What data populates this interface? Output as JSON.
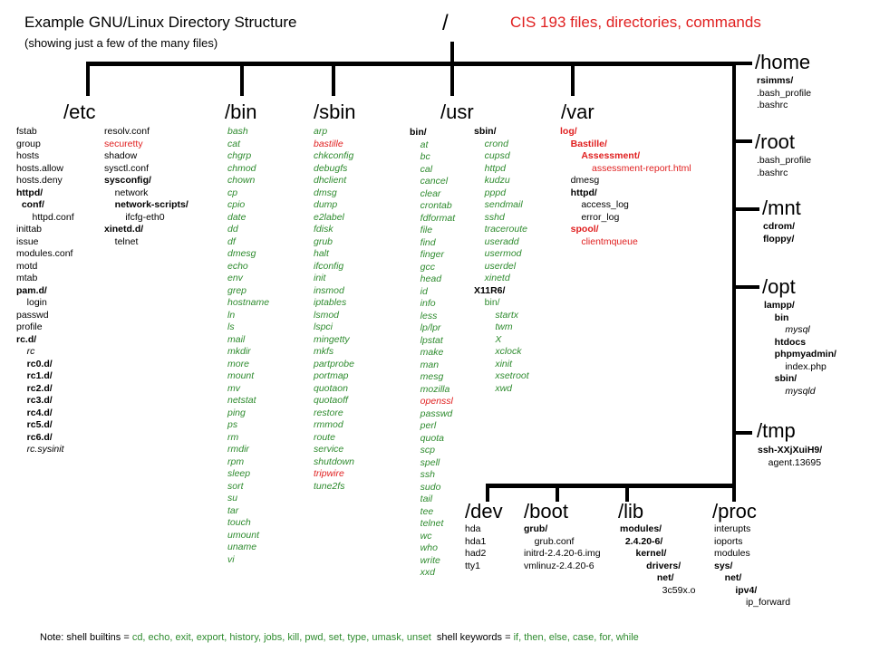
{
  "header": {
    "title": "Example GNU/Linux Directory Structure",
    "subtitle": "(showing just a few of the many files)",
    "root": "/",
    "course_title": "CIS 193 files, directories, commands"
  },
  "colors": {
    "green": "#2e8b2e",
    "red": "#e02020",
    "black": "#000000"
  },
  "dirs": {
    "etc": {
      "label": "/etc",
      "col1": [
        {
          "t": "fstab",
          "s": "k"
        },
        {
          "t": "group",
          "s": "k"
        },
        {
          "t": "hosts",
          "s": "k"
        },
        {
          "t": "hosts.allow",
          "s": "k"
        },
        {
          "t": "hosts.deny",
          "s": "k"
        },
        {
          "t": "httpd/",
          "s": "k b"
        },
        {
          "t": "  conf/",
          "s": "k b"
        },
        {
          "t": "      httpd.conf",
          "s": "k"
        },
        {
          "t": "inittab",
          "s": "k"
        },
        {
          "t": "issue",
          "s": "k"
        },
        {
          "t": "modules.conf",
          "s": "k"
        },
        {
          "t": "motd",
          "s": "k"
        },
        {
          "t": "mtab",
          "s": "k"
        },
        {
          "t": "pam.d/",
          "s": "k b"
        },
        {
          "t": "    login",
          "s": "k"
        },
        {
          "t": "passwd",
          "s": "k"
        },
        {
          "t": "profile",
          "s": "k"
        },
        {
          "t": "rc.d/",
          "s": "k b"
        },
        {
          "t": "    rc",
          "s": "k i"
        },
        {
          "t": "    rc0.d/",
          "s": "k b"
        },
        {
          "t": "    rc1.d/",
          "s": "k b"
        },
        {
          "t": "    rc2.d/",
          "s": "k b"
        },
        {
          "t": "    rc3.d/",
          "s": "k b"
        },
        {
          "t": "    rc4.d/",
          "s": "k b"
        },
        {
          "t": "    rc5.d/",
          "s": "k b"
        },
        {
          "t": "    rc6.d/",
          "s": "k b"
        },
        {
          "t": "    rc.sysinit",
          "s": "k i"
        }
      ],
      "col2": [
        {
          "t": "resolv.conf",
          "s": "k"
        },
        {
          "t": "securetty",
          "s": "r"
        },
        {
          "t": "shadow",
          "s": "k"
        },
        {
          "t": "sysctl.conf",
          "s": "k"
        },
        {
          "t": "sysconfig/",
          "s": "k b"
        },
        {
          "t": "    network",
          "s": "k"
        },
        {
          "t": "    network-scripts/",
          "s": "k b"
        },
        {
          "t": "        ifcfg-eth0",
          "s": "k"
        },
        {
          "t": "xinetd.d/",
          "s": "k b"
        },
        {
          "t": "    telnet",
          "s": "k"
        }
      ]
    },
    "bin": {
      "label": "/bin",
      "items": [
        {
          "t": "bash",
          "s": "g i"
        },
        {
          "t": "cat",
          "s": "g i"
        },
        {
          "t": "chgrp",
          "s": "g i"
        },
        {
          "t": "chmod",
          "s": "g i"
        },
        {
          "t": "chown",
          "s": "g i"
        },
        {
          "t": "cp",
          "s": "g i"
        },
        {
          "t": "cpio",
          "s": "g i"
        },
        {
          "t": "date",
          "s": "g i"
        },
        {
          "t": "dd",
          "s": "g i"
        },
        {
          "t": "df",
          "s": "g i"
        },
        {
          "t": "dmesg",
          "s": "g i"
        },
        {
          "t": "echo",
          "s": "g i"
        },
        {
          "t": "env",
          "s": "g i"
        },
        {
          "t": "grep",
          "s": "g i"
        },
        {
          "t": "hostname",
          "s": "g i"
        },
        {
          "t": "ln",
          "s": "g i"
        },
        {
          "t": "ls",
          "s": "g i"
        },
        {
          "t": "mail",
          "s": "g i"
        },
        {
          "t": "mkdir",
          "s": "g i"
        },
        {
          "t": "more",
          "s": "g i"
        },
        {
          "t": "mount",
          "s": "g i"
        },
        {
          "t": "mv",
          "s": "g i"
        },
        {
          "t": "netstat",
          "s": "g i"
        },
        {
          "t": "ping",
          "s": "g i"
        },
        {
          "t": "ps",
          "s": "g i"
        },
        {
          "t": "rm",
          "s": "g i"
        },
        {
          "t": "rmdir",
          "s": "g i"
        },
        {
          "t": "rpm",
          "s": "g i"
        },
        {
          "t": "sleep",
          "s": "g i"
        },
        {
          "t": "sort",
          "s": "g i"
        },
        {
          "t": "su",
          "s": "g i"
        },
        {
          "t": "tar",
          "s": "g i"
        },
        {
          "t": "touch",
          "s": "g i"
        },
        {
          "t": "umount",
          "s": "g i"
        },
        {
          "t": "uname",
          "s": "g i"
        },
        {
          "t": "vi",
          "s": "g i"
        }
      ]
    },
    "sbin": {
      "label": "/sbin",
      "items": [
        {
          "t": "arp",
          "s": "g i"
        },
        {
          "t": "bastille",
          "s": "r i"
        },
        {
          "t": "chkconfig",
          "s": "g i"
        },
        {
          "t": "debugfs",
          "s": "g i"
        },
        {
          "t": "dhclient",
          "s": "g i"
        },
        {
          "t": "dmsg",
          "s": "g i"
        },
        {
          "t": "dump",
          "s": "g i"
        },
        {
          "t": "e2label",
          "s": "g i"
        },
        {
          "t": "fdisk",
          "s": "g i"
        },
        {
          "t": "grub",
          "s": "g i"
        },
        {
          "t": "halt",
          "s": "g i"
        },
        {
          "t": "ifconfig",
          "s": "g i"
        },
        {
          "t": "init",
          "s": "g i"
        },
        {
          "t": "insmod",
          "s": "g i"
        },
        {
          "t": "iptables",
          "s": "g i"
        },
        {
          "t": "lsmod",
          "s": "g i"
        },
        {
          "t": "lspci",
          "s": "g i"
        },
        {
          "t": "mingetty",
          "s": "g i"
        },
        {
          "t": "mkfs",
          "s": "g i"
        },
        {
          "t": "partprobe",
          "s": "g i"
        },
        {
          "t": "portmap",
          "s": "g i"
        },
        {
          "t": "quotaon",
          "s": "g i"
        },
        {
          "t": "quotaoff",
          "s": "g i"
        },
        {
          "t": "restore",
          "s": "g i"
        },
        {
          "t": "rmmod",
          "s": "g i"
        },
        {
          "t": "route",
          "s": "g i"
        },
        {
          "t": "service",
          "s": "g i"
        },
        {
          "t": "shutdown",
          "s": "g i"
        },
        {
          "t": "tripwire",
          "s": "r i"
        },
        {
          "t": "tune2fs",
          "s": "g i"
        }
      ]
    },
    "usr": {
      "label": "/usr",
      "col1": [
        {
          "t": "bin/",
          "s": "k b"
        },
        {
          "t": "    at",
          "s": "g i"
        },
        {
          "t": "    bc",
          "s": "g i"
        },
        {
          "t": "    cal",
          "s": "g i"
        },
        {
          "t": "    cancel",
          "s": "g i"
        },
        {
          "t": "    clear",
          "s": "g i"
        },
        {
          "t": "    crontab",
          "s": "g i"
        },
        {
          "t": "    fdformat",
          "s": "g i"
        },
        {
          "t": "    file",
          "s": "g i"
        },
        {
          "t": "    find",
          "s": "g i"
        },
        {
          "t": "    finger",
          "s": "g i"
        },
        {
          "t": "    gcc",
          "s": "g i"
        },
        {
          "t": "    head",
          "s": "g i"
        },
        {
          "t": "    id",
          "s": "g i"
        },
        {
          "t": "    info",
          "s": "g i"
        },
        {
          "t": "    less",
          "s": "g i"
        },
        {
          "t": "    lp/lpr",
          "s": "g i"
        },
        {
          "t": "    lpstat",
          "s": "g i"
        },
        {
          "t": "    make",
          "s": "g i"
        },
        {
          "t": "    man",
          "s": "g i"
        },
        {
          "t": "    mesg",
          "s": "g i"
        },
        {
          "t": "    mozilla",
          "s": "g i"
        },
        {
          "t": "    openssl",
          "s": "r i"
        },
        {
          "t": "    passwd",
          "s": "g i"
        },
        {
          "t": "    perl",
          "s": "g i"
        },
        {
          "t": "    quota",
          "s": "g i"
        },
        {
          "t": "    scp",
          "s": "g i"
        },
        {
          "t": "    spell",
          "s": "g i"
        },
        {
          "t": "    ssh",
          "s": "g i"
        },
        {
          "t": "    sudo",
          "s": "g i"
        },
        {
          "t": "    tail",
          "s": "g i"
        },
        {
          "t": "    tee",
          "s": "g i"
        },
        {
          "t": "    telnet",
          "s": "g i"
        },
        {
          "t": "    wc",
          "s": "g i"
        },
        {
          "t": "    who",
          "s": "g i"
        },
        {
          "t": "    write",
          "s": "g i"
        },
        {
          "t": "    xxd",
          "s": "g i"
        }
      ],
      "col2": [
        {
          "t": "sbin/",
          "s": "k b"
        },
        {
          "t": "    crond",
          "s": "g i"
        },
        {
          "t": "    cupsd",
          "s": "g i"
        },
        {
          "t": "    httpd",
          "s": "g i"
        },
        {
          "t": "    kudzu",
          "s": "g i"
        },
        {
          "t": "    pppd",
          "s": "g i"
        },
        {
          "t": "    sendmail",
          "s": "g i"
        },
        {
          "t": "    sshd",
          "s": "g i"
        },
        {
          "t": "    traceroute",
          "s": "g i"
        },
        {
          "t": "    useradd",
          "s": "g i"
        },
        {
          "t": "    usermod",
          "s": "g i"
        },
        {
          "t": "    userdel",
          "s": "g i"
        },
        {
          "t": "    xinetd",
          "s": "g i"
        },
        {
          "t": "X11R6/",
          "s": "k b"
        },
        {
          "t": "    bin/",
          "s": "g"
        },
        {
          "t": "        startx",
          "s": "g i"
        },
        {
          "t": "        twm",
          "s": "g i"
        },
        {
          "t": "        X",
          "s": "g i"
        },
        {
          "t": "        xclock",
          "s": "g i"
        },
        {
          "t": "        xinit",
          "s": "g i"
        },
        {
          "t": "        xsetroot",
          "s": "g i"
        },
        {
          "t": "        xwd",
          "s": "g i"
        }
      ]
    },
    "var": {
      "label": "/var",
      "items": [
        {
          "t": "log/",
          "s": "r b"
        },
        {
          "t": "    Bastille/",
          "s": "r b"
        },
        {
          "t": "        Assessment/",
          "s": "r b"
        },
        {
          "t": "            assessment-report.html",
          "s": "r"
        },
        {
          "t": "    dmesg",
          "s": "k"
        },
        {
          "t": "    httpd/",
          "s": "k b"
        },
        {
          "t": "        access_log",
          "s": "k"
        },
        {
          "t": "        error_log",
          "s": "k"
        },
        {
          "t": "    spool/",
          "s": "r b"
        },
        {
          "t": "        clientmqueue",
          "s": "r"
        }
      ]
    },
    "home": {
      "label": "/home",
      "items": [
        {
          "t": "rsimms/",
          "s": "k b"
        },
        {
          "t": ".bash_profile",
          "s": "k"
        },
        {
          "t": ".bashrc",
          "s": "k"
        }
      ]
    },
    "root": {
      "label": "/root",
      "items": [
        {
          "t": ".bash_profile",
          "s": "k"
        },
        {
          "t": ".bashrc",
          "s": "k"
        }
      ]
    },
    "mnt": {
      "label": "/mnt",
      "items": [
        {
          "t": "cdrom/",
          "s": "k b"
        },
        {
          "t": "floppy/",
          "s": "k b"
        }
      ]
    },
    "opt": {
      "label": "/opt",
      "items": [
        {
          "t": "lampp/",
          "s": "k b"
        },
        {
          "t": "    bin",
          "s": "k b"
        },
        {
          "t": "        mysql",
          "s": "k i"
        },
        {
          "t": "    htdocs",
          "s": "k b"
        },
        {
          "t": "    phpmyadmin/",
          "s": "k b"
        },
        {
          "t": "        index.php",
          "s": "k"
        },
        {
          "t": "    sbin/",
          "s": "k b"
        },
        {
          "t": "        mysqld",
          "s": "k i"
        }
      ]
    },
    "tmp": {
      "label": "/tmp",
      "items": [
        {
          "t": "ssh-XXjXuiH9/",
          "s": "k b"
        },
        {
          "t": "    agent.13695",
          "s": "k"
        }
      ]
    },
    "dev": {
      "label": "/dev",
      "items": [
        {
          "t": "hda",
          "s": "k"
        },
        {
          "t": "hda1",
          "s": "k"
        },
        {
          "t": "had2",
          "s": "k"
        },
        {
          "t": "tty1",
          "s": "k"
        }
      ]
    },
    "boot": {
      "label": "/boot",
      "items": [
        {
          "t": "grub/",
          "s": "k b"
        },
        {
          "t": "    grub.conf",
          "s": "k"
        },
        {
          "t": "initrd-2.4.20-6.img",
          "s": "k"
        },
        {
          "t": "vmlinuz-2.4.20-6",
          "s": "k"
        }
      ]
    },
    "lib": {
      "label": "/lib",
      "items": [
        {
          "t": "modules/",
          "s": "k b"
        },
        {
          "t": "  2.4.20-6/",
          "s": "k b"
        },
        {
          "t": "      kernel/",
          "s": "k b"
        },
        {
          "t": "          drivers/",
          "s": "k b"
        },
        {
          "t": "              net/",
          "s": "k b"
        },
        {
          "t": "                3c59x.o",
          "s": "k"
        }
      ]
    },
    "proc": {
      "label": "/proc",
      "items": [
        {
          "t": "interupts",
          "s": "k"
        },
        {
          "t": "ioports",
          "s": "k"
        },
        {
          "t": "modules",
          "s": "k"
        },
        {
          "t": "sys/",
          "s": "k b"
        },
        {
          "t": "    net/",
          "s": "k b"
        },
        {
          "t": "        ipv4/",
          "s": "k b"
        },
        {
          "t": "            ip_forward",
          "s": "k"
        }
      ]
    }
  },
  "footer": {
    "builtins_label": "Note: shell builtins = ",
    "builtins": "cd, echo, exit, export, history, jobs, kill, pwd, set, type, umask, unset",
    "keywords_label": "shell keywords = ",
    "keywords": "if, then, else, case, for, while"
  }
}
